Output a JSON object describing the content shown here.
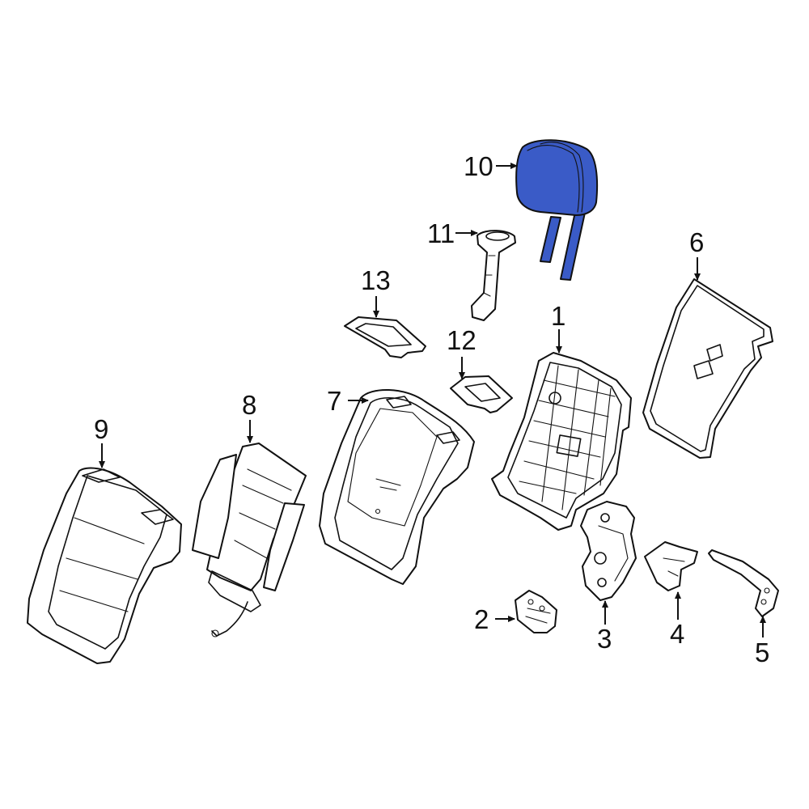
{
  "colors": {
    "highlight": "#3a5bc7",
    "line": "#111111",
    "background": "#ffffff"
  },
  "callouts": [
    {
      "id": "c1",
      "label": "1"
    },
    {
      "id": "c2",
      "label": "2"
    },
    {
      "id": "c3",
      "label": "3"
    },
    {
      "id": "c4",
      "label": "4"
    },
    {
      "id": "c5",
      "label": "5"
    },
    {
      "id": "c6",
      "label": "6"
    },
    {
      "id": "c7",
      "label": "7"
    },
    {
      "id": "c8",
      "label": "8"
    },
    {
      "id": "c9",
      "label": "9"
    },
    {
      "id": "c10",
      "label": "10"
    },
    {
      "id": "c11",
      "label": "11"
    },
    {
      "id": "c12",
      "label": "12"
    },
    {
      "id": "c13",
      "label": "13"
    }
  ],
  "highlighted_part": "10"
}
